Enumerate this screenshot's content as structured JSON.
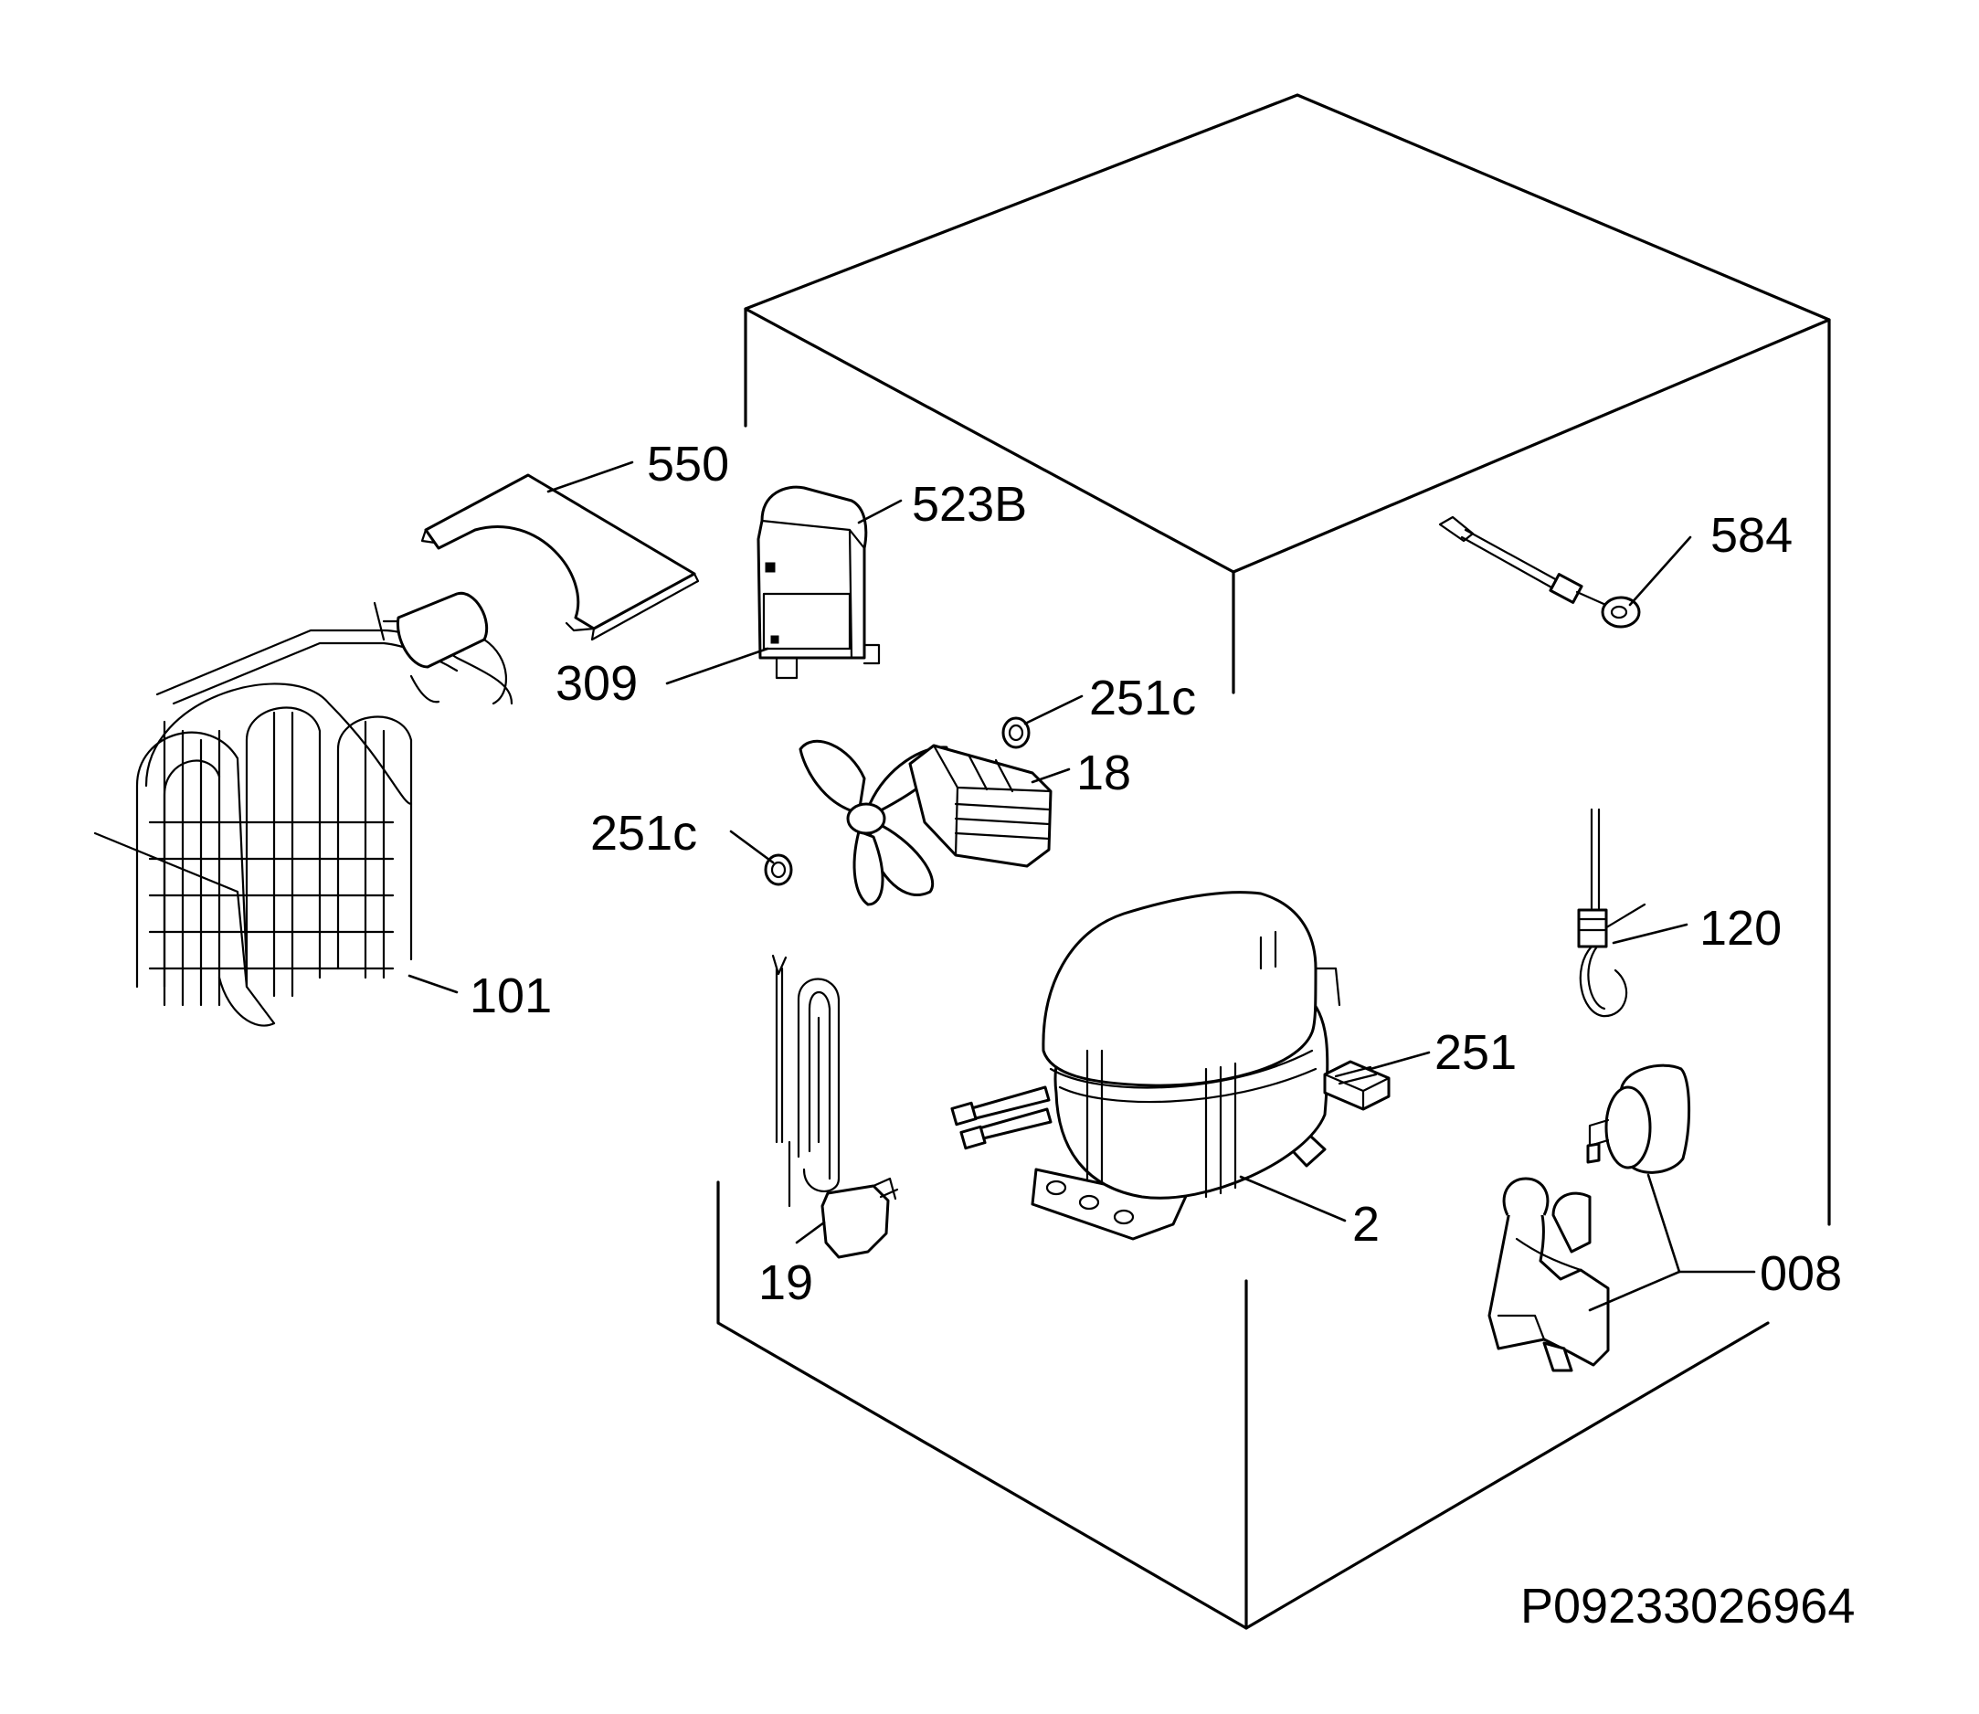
{
  "diagram": {
    "drawing_code": "P09233026964",
    "callouts": {
      "c550": "550",
      "c523B": "523B",
      "c309": "309",
      "c584": "584",
      "c251c_right": "251c",
      "c18": "18",
      "c251c_left": "251c",
      "c101": "101",
      "c120": "120",
      "c251": "251",
      "c2": "2",
      "c19": "19",
      "c008": "008"
    },
    "parts": [
      {
        "ref": "550",
        "icon": "cover-shield-icon"
      },
      {
        "ref": "523B",
        "icon": "relay-cover-icon"
      },
      {
        "ref": "309",
        "icon": "relay-cover-icon"
      },
      {
        "ref": "584",
        "icon": "sensor-probe-icon"
      },
      {
        "ref": "251c",
        "icon": "grommet-icon"
      },
      {
        "ref": "18",
        "icon": "fan-motor-icon"
      },
      {
        "ref": "101",
        "icon": "condenser-coil-icon"
      },
      {
        "ref": "120",
        "icon": "thermostat-sensor-icon"
      },
      {
        "ref": "251",
        "icon": "connector-icon"
      },
      {
        "ref": "2",
        "icon": "compressor-icon"
      },
      {
        "ref": "19",
        "icon": "power-cord-icon"
      },
      {
        "ref": "008",
        "icon": "relay-overload-icon"
      }
    ]
  }
}
